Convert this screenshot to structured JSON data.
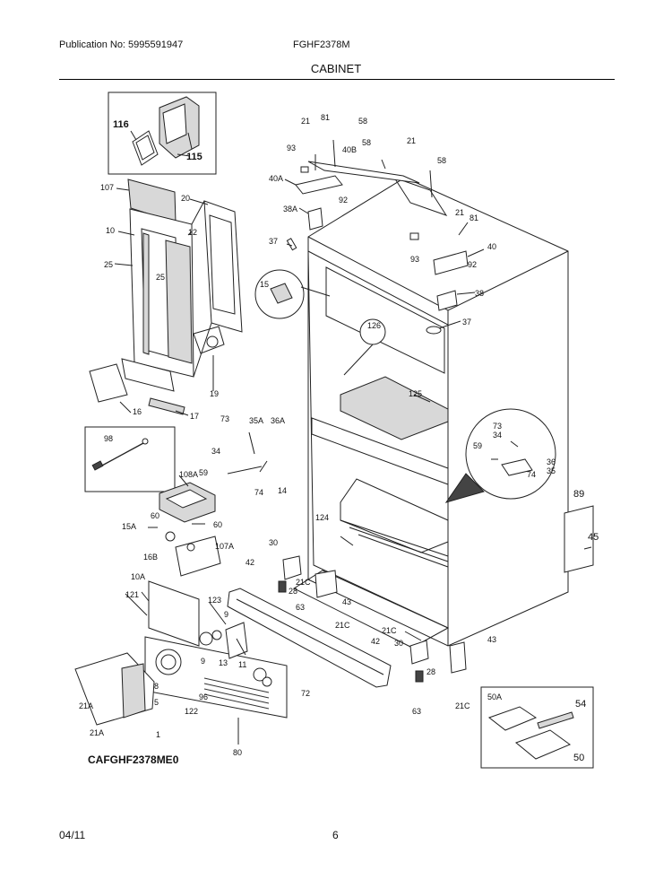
{
  "header": {
    "publication": "Publication No: 5995591947",
    "model": "FGHF2378M",
    "section_title": "CABINET"
  },
  "footer": {
    "date": "04/11",
    "page": "6"
  },
  "diagram_code": "CAFGHF2378ME0",
  "callouts": {
    "c116": "116",
    "c115": "115",
    "c107": "107",
    "c20": "20",
    "c10": "10",
    "c12": "12",
    "c25a": "25",
    "c25b": "25",
    "c16": "16",
    "c17": "17",
    "c19": "19",
    "c98": "98",
    "c108a": "108A",
    "c60a": "60",
    "c60b": "60",
    "c15a": "15A",
    "c16b": "16B",
    "c107a": "107A",
    "c10a": "10A",
    "c121": "121",
    "c123": "123",
    "c9a": "9",
    "c9b": "9",
    "c13": "13",
    "c11": "11",
    "c8": "8",
    "c5": "5",
    "c96": "96",
    "c122": "122",
    "c21a1": "21A",
    "c21a2": "21A",
    "c1": "1",
    "c80": "80",
    "c21t1": "21",
    "c81t1": "81",
    "c58t1": "58",
    "c93t1": "93",
    "c40b": "40B",
    "c58t2": "58",
    "c21t2": "21",
    "c40a": "40A",
    "c92t1": "92",
    "c38a": "38A",
    "c58t3": "58",
    "c21t3": "21",
    "c81t2": "81",
    "c40": "40",
    "c93t2": "93",
    "c92t2": "92",
    "c38": "38",
    "c37a": "37",
    "c37b": "37",
    "c15": "15",
    "c126": "126",
    "c125": "125",
    "c73a": "73",
    "c35a": "35A",
    "c36a": "36A",
    "c34a": "34",
    "c59a": "59",
    "c74a": "74",
    "c14": "14",
    "c73b": "73",
    "c34b": "34",
    "c59b": "59",
    "c36": "36",
    "c35": "35",
    "c74b": "74",
    "c89": "89",
    "c45": "45",
    "c124": "124",
    "c30a": "30",
    "c42a": "42",
    "c28a": "28",
    "c21ca": "21C",
    "c63a": "63",
    "c43a": "43",
    "c21cb": "21C",
    "c72": "72",
    "c21cc": "21C",
    "c42b": "42",
    "c30b": "30",
    "c43b": "43",
    "c28b": "28",
    "c63b": "63",
    "c21cd": "21C",
    "c50a": "50A",
    "c54": "54",
    "c50": "50"
  }
}
